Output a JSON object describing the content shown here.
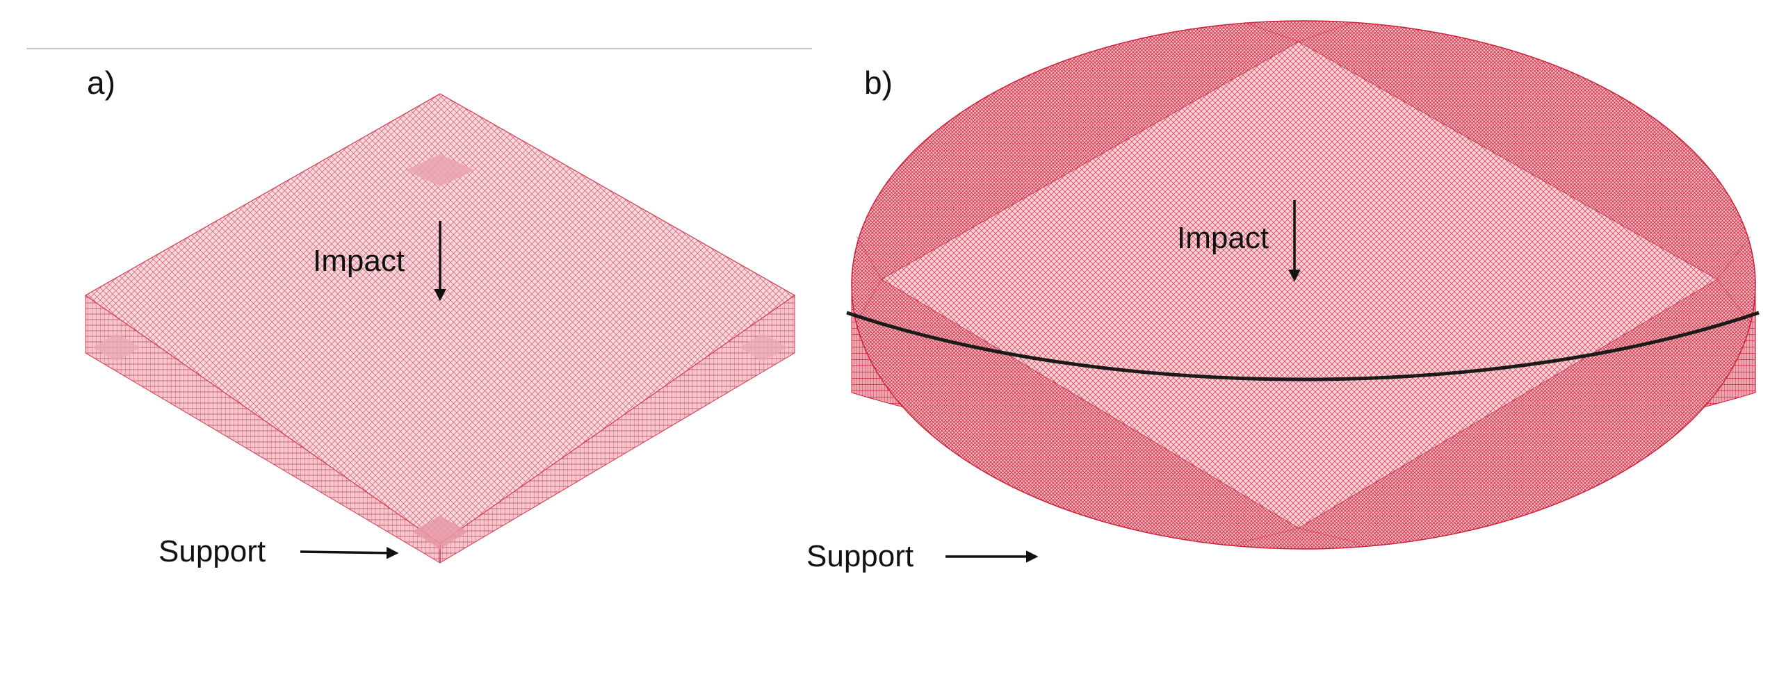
{
  "panels": [
    {
      "id": "a",
      "label": "a)",
      "callouts": {
        "impact": "Impact",
        "support": "Support"
      }
    },
    {
      "id": "b",
      "label": "b)",
      "callouts": {
        "impact": "Impact",
        "support": "Support"
      }
    }
  ],
  "colors": {
    "mesh_line": "#d8374c",
    "mesh_fill": "#f6d4d9",
    "mesh_fill_dense": "#ee9aa6",
    "annotation": "#111111",
    "separator": "#c8c8c8"
  }
}
